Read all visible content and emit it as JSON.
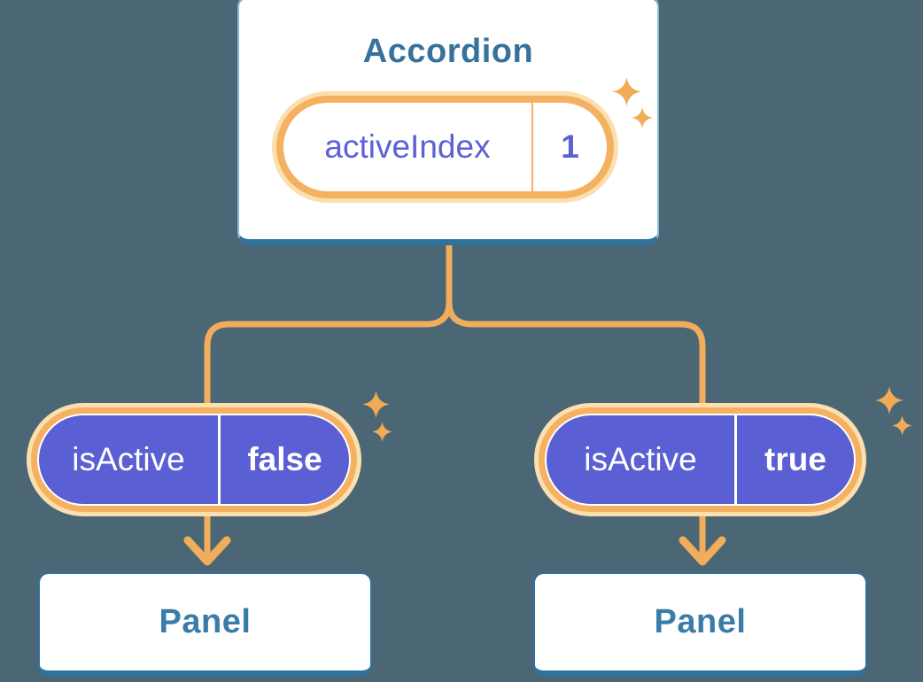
{
  "diagram": {
    "accordion": {
      "title": "Accordion",
      "state_pill": {
        "label": "activeIndex",
        "value": "1"
      }
    },
    "prop_pills": [
      {
        "label": "isActive",
        "value": "false"
      },
      {
        "label": "isActive",
        "value": "true"
      }
    ],
    "panels": [
      {
        "title": "Panel"
      },
      {
        "title": "Panel"
      }
    ]
  },
  "icons": {
    "sparkle": "four-point-star",
    "arrow": "chevron-down-arrowhead",
    "connector": "rounded-tree-branch-lines"
  },
  "colors": {
    "background": "#4b6775",
    "card_fill": "#ffffff",
    "card_border_blue": "#2e729d",
    "heading_blue": "#37729d",
    "panel_text_blue": "#3a7ca8",
    "connector_orange": "#f1ad5c",
    "ring_orange": "#f3b161",
    "ring_glow_orange": "#fbdfae",
    "sparkle_orange": "#f2ab55",
    "pill_purple": "#5a5fd3",
    "state_text_purple": "#5c61d5",
    "prop_text_white": "#ffffff"
  }
}
